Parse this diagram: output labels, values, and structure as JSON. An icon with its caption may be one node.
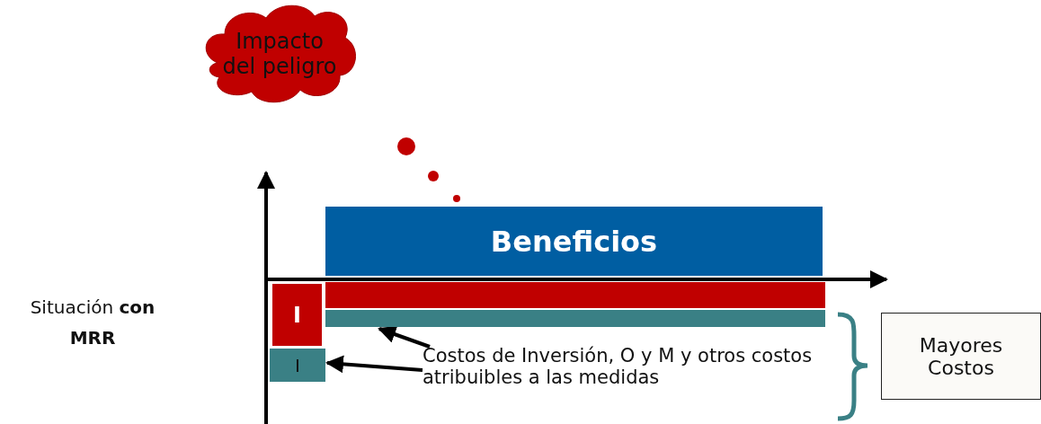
{
  "diagram": {
    "nodes": [
      {
        "text": [
          "Impacto del peligro"
        ]
      },
      {
        "text": [
          "Beneficios"
        ]
      },
      {
        "text": [
          "I"
        ]
      },
      {
        "text": [],
        "shape": "bar"
      },
      {
        "text": [],
        "shape": "bar"
      },
      {
        "text": [
          "I"
        ]
      },
      {
        "text": [
          "Costos de Inversión, O y M  y otros costos atribuibles a las medidas"
        ]
      },
      {
        "text": [
          "Mayores Costos"
        ]
      }
    ],
    "edges": [
      {
        "from": 6,
        "to": 4,
        "arrow": "to"
      },
      {
        "from": 6,
        "to": 5,
        "arrow": "to"
      }
    ],
    "labels": [
      "Situación **con MRR**"
    ]
  }
}
